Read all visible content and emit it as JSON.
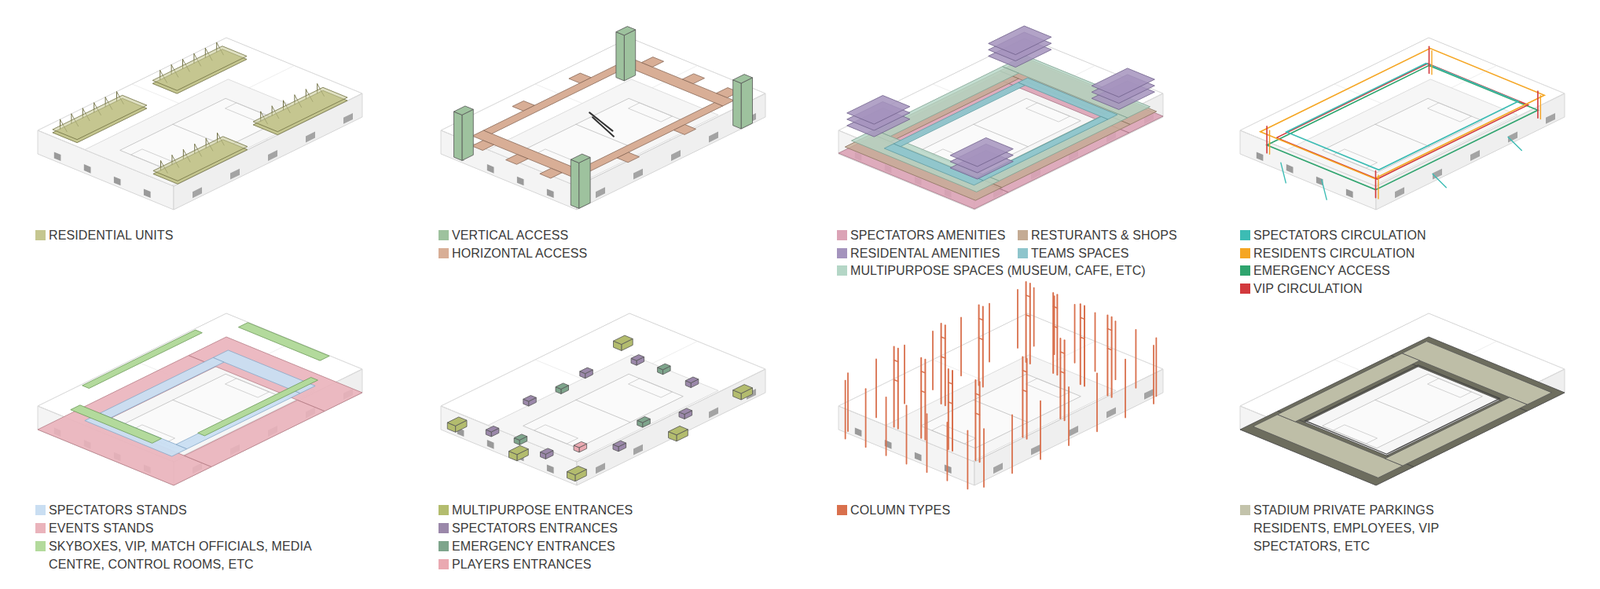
{
  "diagram": {
    "legend": [
      {
        "text": "RESIDENTIAL UNITS",
        "color": "#c5c690"
      },
      {
        "text": "VERTICAL ACCESS",
        "color": "#9ec29e"
      },
      {
        "text": "HORIZONTAL ACCESS",
        "color": "#d8ae96"
      },
      {
        "text": "SPECTATORS AMENITIES",
        "color": "#dba3b6"
      },
      {
        "text": "RESTURANTS & SHOPS",
        "color": "#c4ab94"
      },
      {
        "text": "RESIDENTAL AMENITIES",
        "color": "#a493bd"
      },
      {
        "text": "TEAMS SPACES",
        "color": "#8ec5cc"
      },
      {
        "text": "MULTIPURPOSE SPACES (MUSEUM, CAFE, ETC)",
        "color": "#b4d6c6"
      },
      {
        "text": "SPECTATORS CIRCULATION",
        "color": "#3cbcb4"
      },
      {
        "text": "RESIDENTS CIRCULATION",
        "color": "#f5a623"
      },
      {
        "text": "EMERGENCY ACCESS",
        "color": "#2fa46e"
      },
      {
        "text": "VIP CIRCULATION",
        "color": "#d2393d"
      },
      {
        "text": "SPECTATORS STANDS",
        "color": "#c9def2"
      },
      {
        "text": "EVENTS STANDS",
        "color": "#eab3bb"
      },
      {
        "text": "SKYBOXES, VIP, MATCH OFFICIALS, MEDIA CENTRE, CONTROL ROOMS, ETC",
        "color": "#b3da9c"
      },
      {
        "text": "MULTIPURPOSE ENTRANCES",
        "color": "#b3bc6e"
      },
      {
        "text": "SPECTATORS ENTRANCES",
        "color": "#9b88aa"
      },
      {
        "text": "EMERGENCY ENTRANCES",
        "color": "#7ea58c"
      },
      {
        "text": "PLAYERS ENTRANCES",
        "color": "#eaa9b1"
      },
      {
        "text": "COLUMN TYPES",
        "color": "#d9704d"
      },
      {
        "text": "STADIUM PRIVATE PARKINGS RESIDENTS, EMPLOYEES, VIP SPECTATORS, ETC",
        "color": "#c3c3ab"
      }
    ]
  }
}
